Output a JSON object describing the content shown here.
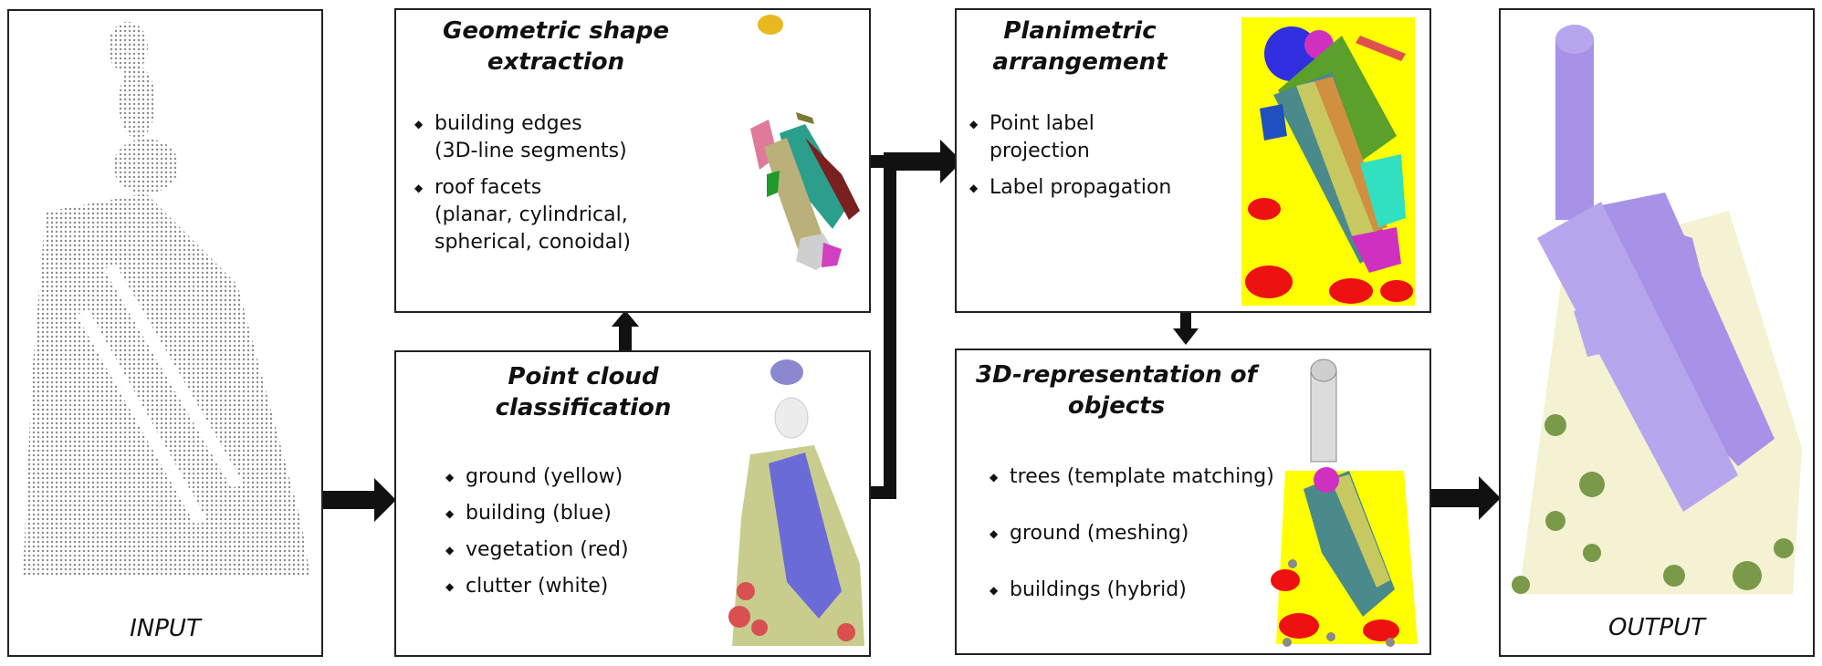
{
  "input": {
    "caption": "INPUT"
  },
  "output": {
    "caption": "OUTPUT"
  },
  "extraction": {
    "title": "Geometric shape\nextraction",
    "bullets": [
      "building edges\n(3D-line segments)",
      "roof facets\n(planar, cylindrical,\nspherical, conoidal)"
    ]
  },
  "classification": {
    "title": "Point cloud\nclassification",
    "bullets": [
      "ground (yellow)",
      "building (blue)",
      "vegetation (red)",
      "clutter (white)"
    ]
  },
  "arrangement": {
    "title": "Planimetric\narrangement",
    "bullets": [
      "Point label\nprojection",
      "Label propagation"
    ]
  },
  "representation": {
    "title": "3D-representation of\nobjects",
    "bullets": [
      "trees (template matching)",
      "ground (meshing)",
      "buildings (hybrid)"
    ]
  },
  "colors": {
    "ground": "#ffff00",
    "building_blue": "#6b6bd8",
    "vegetation": "#ee1111",
    "roof_purple": "#a792e8",
    "ground_output": "#f4f2d2",
    "tree_green": "#7a9a4a"
  }
}
